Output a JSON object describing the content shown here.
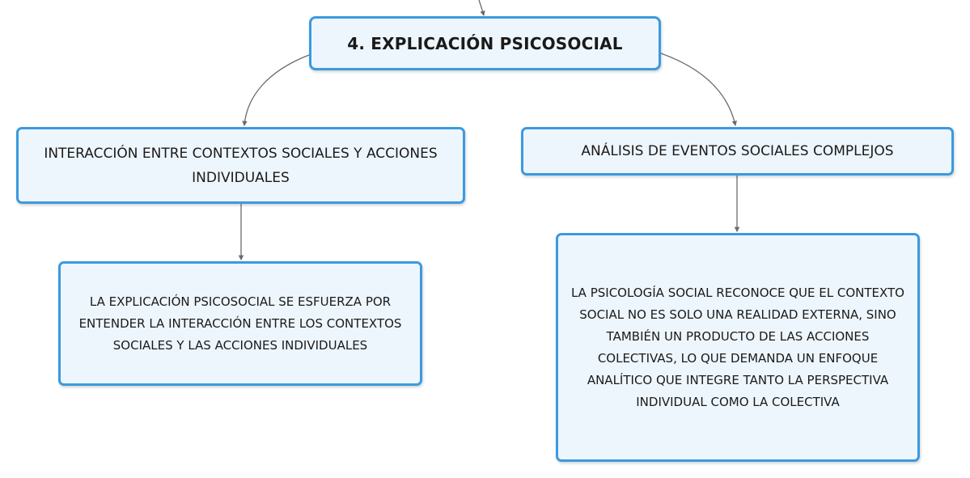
{
  "map": {
    "root": {
      "label": "4. EXPLICACIÓN PSICOSOCIAL"
    },
    "branches": [
      {
        "label": "INTERACCIÓN ENTRE CONTEXTOS SOCIALES Y ACCIONES INDIVIDUALES",
        "detail": "LA EXPLICACIÓN PSICOSOCIAL SE ESFUERZA POR ENTENDER LA INTERACCIÓN ENTRE LOS CONTEXTOS SOCIALES Y LAS ACCIONES INDIVIDUALES"
      },
      {
        "label": "ANÁLISIS DE EVENTOS SOCIALES COMPLEJOS",
        "detail": "LA PSICOLOGÍA SOCIAL RECONOCE QUE EL CONTEXTO SOCIAL NO ES SOLO UNA REALIDAD EXTERNA, SINO TAMBIÉN UN PRODUCTO DE LAS ACCIONES COLECTIVAS, LO QUE DEMANDA UN ENFOQUE ANALÍTICO QUE INTEGRE TANTO LA PERSPECTIVA INDIVIDUAL COMO LA COLECTIVA"
      }
    ]
  },
  "colors": {
    "node_border": "#3b9ae0",
    "node_fill": "#eef6fd",
    "connector": "#6b6b6b"
  }
}
